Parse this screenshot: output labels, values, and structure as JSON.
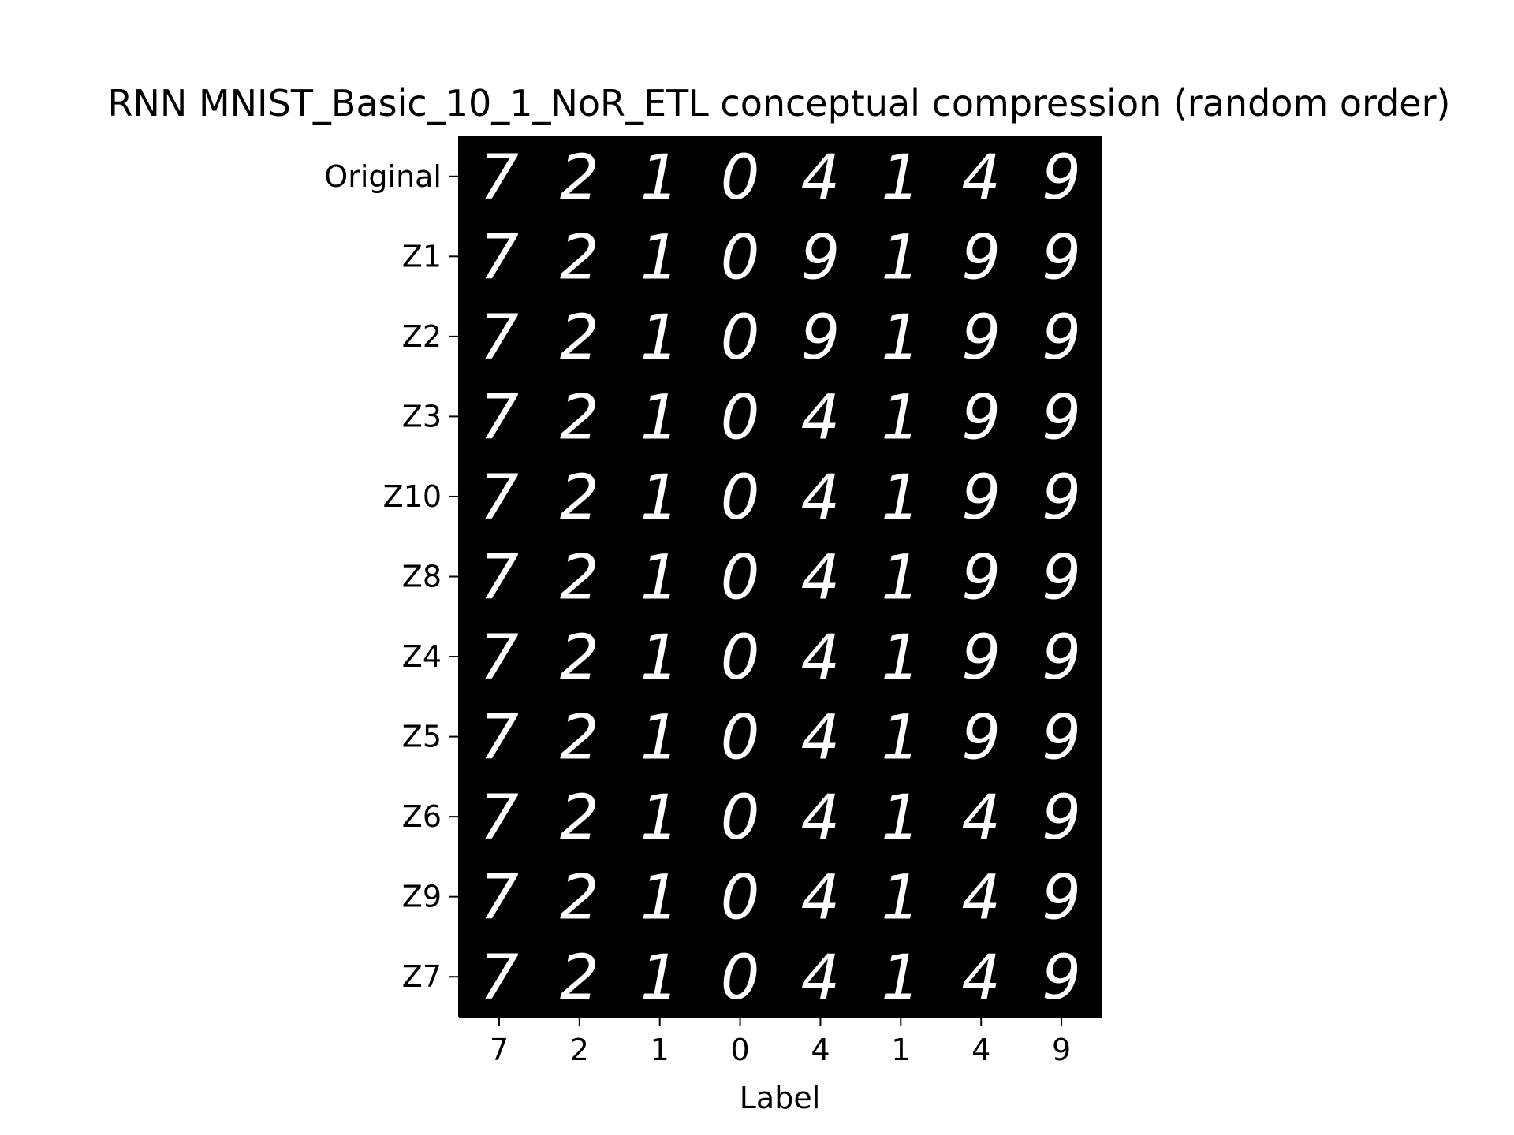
{
  "chart_data": {
    "type": "image_grid",
    "title": "RNN MNIST_Basic_10_1_NoR_ETL conceptual compression (random order)",
    "xlabel": "Label",
    "ylabel": "",
    "x_ticks": [
      "7",
      "2",
      "1",
      "0",
      "4",
      "1",
      "4",
      "9"
    ],
    "y_ticks": [
      "Original",
      "Z1",
      "Z2",
      "Z3",
      "Z10",
      "Z8",
      "Z4",
      "Z5",
      "Z6",
      "Z9",
      "Z7"
    ],
    "grid_digits": [
      [
        "7",
        "2",
        "1",
        "0",
        "4",
        "1",
        "4",
        "9"
      ],
      [
        "7",
        "2",
        "1",
        "0",
        "9",
        "1",
        "9",
        "9"
      ],
      [
        "7",
        "2",
        "1",
        "0",
        "9",
        "1",
        "9",
        "9"
      ],
      [
        "7",
        "2",
        "1",
        "0",
        "4",
        "1",
        "9",
        "9"
      ],
      [
        "7",
        "2",
        "1",
        "0",
        "4",
        "1",
        "9",
        "9"
      ],
      [
        "7",
        "2",
        "1",
        "0",
        "4",
        "1",
        "9",
        "9"
      ],
      [
        "7",
        "2",
        "1",
        "0",
        "4",
        "1",
        "9",
        "9"
      ],
      [
        "7",
        "2",
        "1",
        "0",
        "4",
        "1",
        "9",
        "9"
      ],
      [
        "7",
        "2",
        "1",
        "0",
        "4",
        "1",
        "4",
        "9"
      ],
      [
        "7",
        "2",
        "1",
        "0",
        "4",
        "1",
        "4",
        "9"
      ],
      [
        "7",
        "2",
        "1",
        "0",
        "4",
        "1",
        "4",
        "9"
      ]
    ],
    "brightness": [
      [
        1.0,
        1.0,
        1.0,
        1.0,
        1.0,
        1.0,
        1.0,
        1.0
      ],
      [
        0.85,
        0.55,
        0.9,
        0.9,
        0.85,
        0.9,
        0.7,
        0.8
      ],
      [
        0.95,
        0.9,
        0.95,
        0.95,
        0.9,
        0.95,
        0.8,
        0.9
      ],
      [
        0.95,
        0.85,
        0.95,
        1.0,
        0.85,
        0.95,
        0.6,
        0.85
      ],
      [
        0.95,
        0.85,
        0.95,
        1.0,
        0.85,
        0.95,
        0.6,
        0.85
      ],
      [
        0.95,
        0.85,
        0.95,
        1.0,
        0.85,
        0.95,
        0.6,
        0.85
      ],
      [
        0.95,
        0.85,
        0.95,
        1.0,
        0.85,
        0.95,
        0.65,
        0.85
      ],
      [
        0.95,
        0.85,
        0.95,
        1.0,
        0.85,
        0.95,
        0.7,
        0.85
      ],
      [
        0.95,
        0.85,
        0.95,
        1.0,
        0.85,
        0.95,
        0.85,
        0.85
      ],
      [
        0.95,
        0.85,
        0.95,
        1.0,
        0.85,
        0.95,
        0.85,
        0.85
      ],
      [
        0.95,
        0.85,
        0.95,
        1.0,
        0.85,
        0.95,
        0.85,
        0.85
      ]
    ],
    "colors": {
      "background": "#ffffff",
      "image_background": "#000000",
      "digit": "#ffffff",
      "text": "#000000"
    },
    "grid": false,
    "legend": "none"
  }
}
